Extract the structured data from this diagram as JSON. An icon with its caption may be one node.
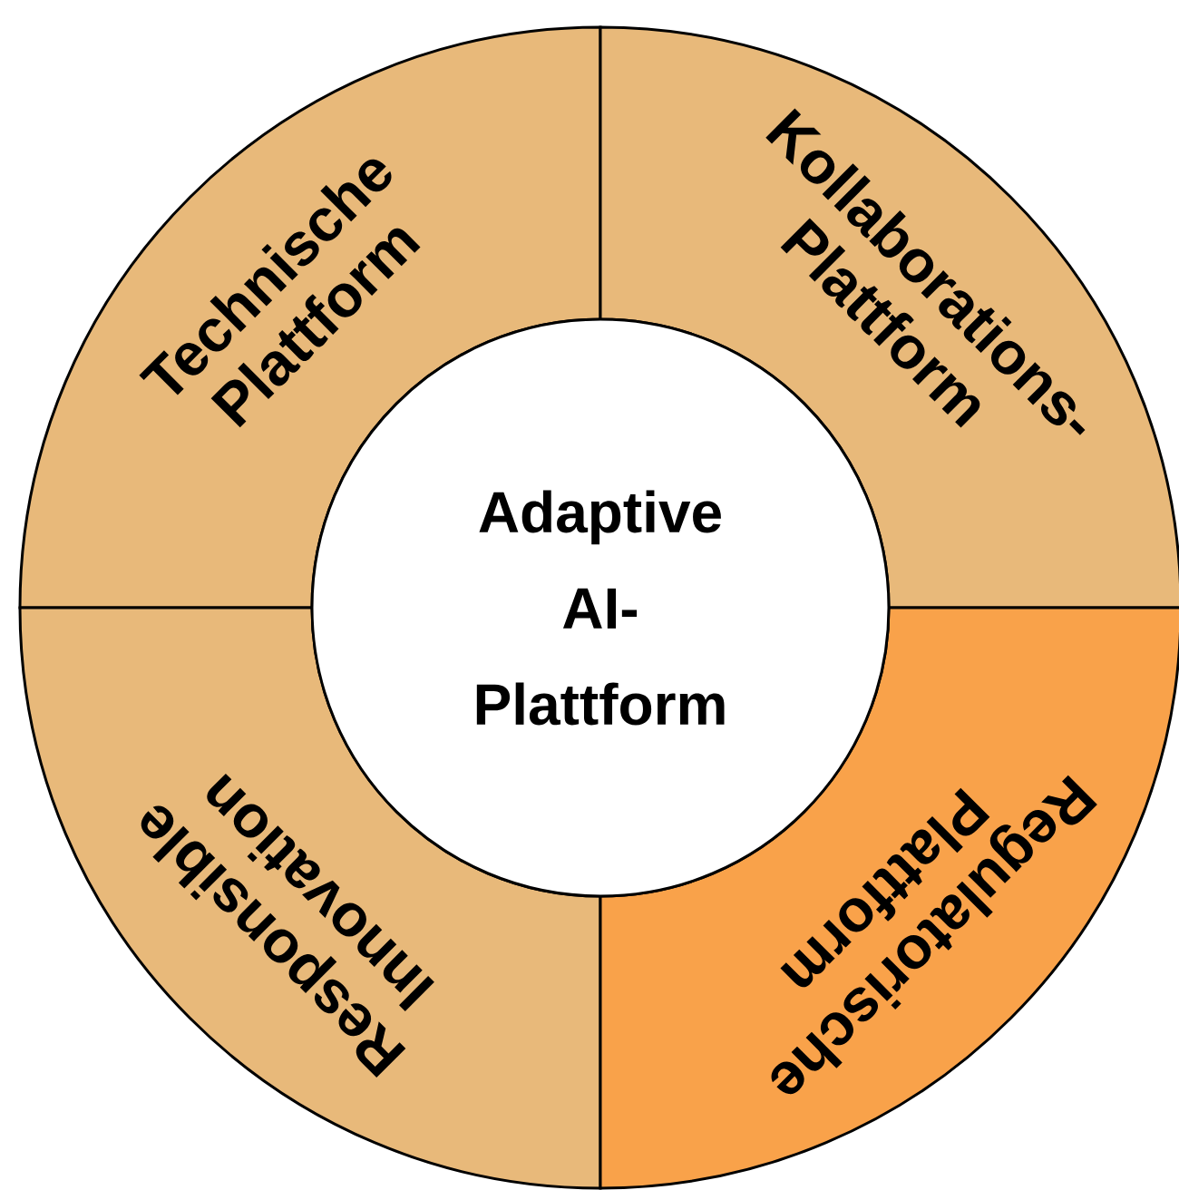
{
  "diagram": {
    "nodes": [
      {
        "text": [
          "Technische Plattform"
        ]
      },
      {
        "text": [
          "Kollaborations- Plattform"
        ]
      },
      {
        "text": [
          "Adaptive AI- Plattform"
        ]
      },
      {
        "text": [
          "Responsible Innovation"
        ]
      },
      {
        "text": [
          "Regulatorische Plattform"
        ]
      }
    ]
  }
}
